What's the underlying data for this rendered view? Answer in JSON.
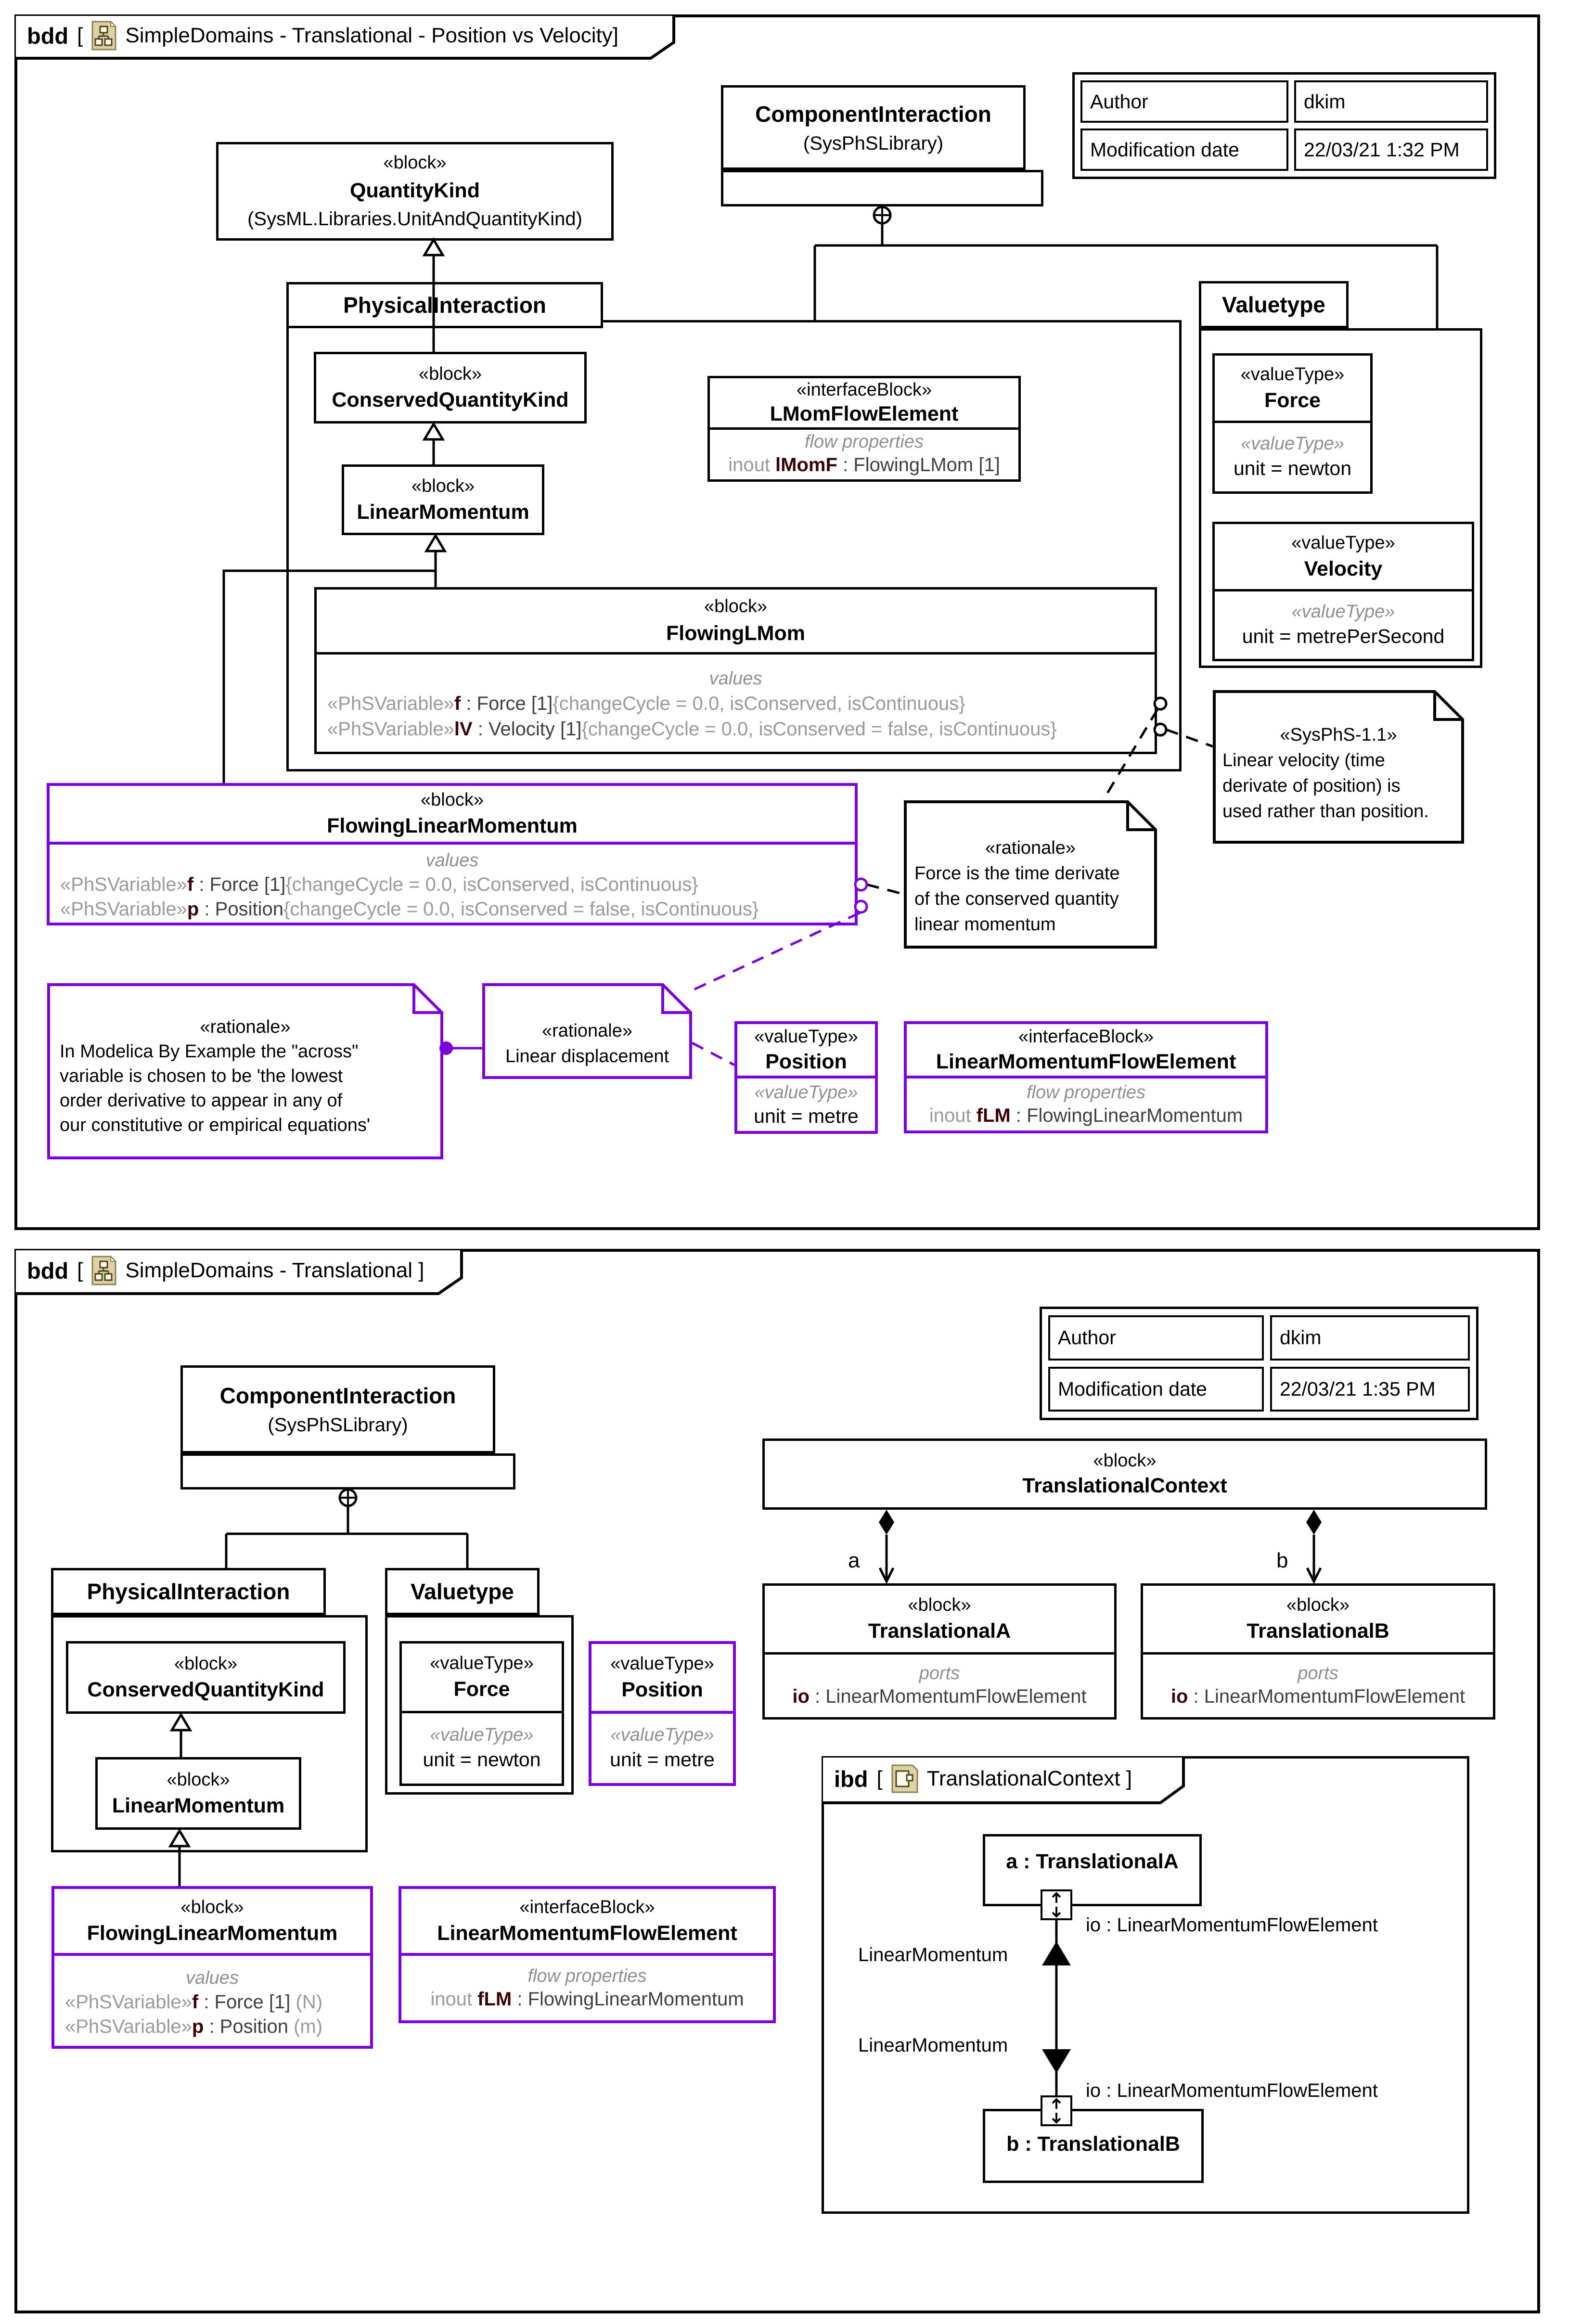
{
  "colors": {
    "purple": "#7a00dd",
    "gray": "#9a9a9a",
    "name_red": "#3a0202",
    "icon_beige": "#ddd2a3"
  },
  "top": {
    "frame_tab": {
      "kind": "bdd",
      "open": "[",
      "title": "SimpleDomains - Translational - Position vs Velocity]"
    },
    "quantity_kind": {
      "stereo": "«block»",
      "name": "QuantityKind",
      "lib": "(SysML.Libraries.UnitAndQuantityKind)"
    },
    "component_interaction": {
      "name": "ComponentInteraction",
      "lib": "(SysPhSLibrary)"
    },
    "author_table": {
      "r1l": "Author",
      "r1v": "dkim",
      "r2l": "Modification date",
      "r2v": "22/03/21 1:32 PM"
    },
    "physical_interaction": {
      "title": "PhysicalInteraction"
    },
    "conserved_quantity_kind": {
      "stereo": "«block»",
      "name": "ConservedQuantityKind"
    },
    "linear_momentum": {
      "stereo": "«block»",
      "name": "LinearMomentum"
    },
    "lmom_flow_element": {
      "stereo": "«interfaceBlock»",
      "name": "LMomFlowElement",
      "cmp": "flow properties",
      "mod": "inout ",
      "pname": "lMomF",
      "ptype": " : FlowingLMom [1]"
    },
    "flowing_lmom": {
      "stereo": "«block»",
      "name": "FlowingLMom",
      "cmp": "values",
      "v1s": "«PhSVariable»",
      "v1n": "f",
      "v1t": " : Force [1]",
      "v1c": "{changeCycle = 0.0, isConserved, isContinuous}",
      "v2s": "«PhSVariable»",
      "v2n": "lV",
      "v2t": " : Velocity [1]",
      "v2c": "{changeCycle = 0.0, isConserved = false, isContinuous}"
    },
    "valuetype": {
      "title": "Valuetype"
    },
    "force": {
      "stereo": "«valueType»",
      "name": "Force",
      "s2": "«valueType»",
      "unit": "unit = newton"
    },
    "velocity": {
      "stereo": "«valueType»",
      "name": "Velocity",
      "s2": "«valueType»",
      "unit": "unit = metrePerSecond"
    },
    "note_sysphs": {
      "stereo": "«SysPhS-1.1»",
      "l1": "Linear velocity (time",
      "l2": "derivate of position) is",
      "l3": "used rather than position."
    },
    "note_force": {
      "stereo": "«rationale»",
      "l1": "Force is the time derivate",
      "l2": "of the conserved quantity",
      "l3": "linear momentum"
    },
    "note_modelica": {
      "stereo": "«rationale»",
      "l1": "In Modelica By Example the \"across\"",
      "l2": "variable is chosen to be 'the lowest",
      "l3": "order derivative to appear in any of",
      "l4": "our constitutive or empirical equations'"
    },
    "note_lindisp": {
      "stereo": "«rationale»",
      "l1": "Linear displacement"
    },
    "position": {
      "stereo": "«valueType»",
      "name": "Position",
      "s2": "«valueType»",
      "unit": "unit = metre"
    },
    "lm_flow_element": {
      "stereo": "«interfaceBlock»",
      "name": "LinearMomentumFlowElement",
      "cmp": "flow properties",
      "mod": "inout ",
      "pname": "fLM",
      "ptype": " : FlowingLinearMomentum"
    },
    "flowing_linear_momentum": {
      "stereo": "«block»",
      "name": "FlowingLinearMomentum",
      "cmp": "values",
      "v1s": "«PhSVariable»",
      "v1n": "f",
      "v1t": " : Force [1]",
      "v1c": "{changeCycle = 0.0, isConserved, isContinuous}",
      "v2s": "«PhSVariable»",
      "v2n": "p",
      "v2t": " : Position",
      "v2c": "{changeCycle = 0.0, isConserved = false, isContinuous}"
    }
  },
  "bottom": {
    "frame_tab": {
      "kind": "bdd",
      "open": "[",
      "title": "SimpleDomains - Translational ]"
    },
    "component_interaction": {
      "name": "ComponentInteraction",
      "lib": "(SysPhSLibrary)"
    },
    "author_table": {
      "r1l": "Author",
      "r1v": "dkim",
      "r2l": "Modification date",
      "r2v": "22/03/21 1:35 PM"
    },
    "physical_interaction": {
      "title": "PhysicalInteraction"
    },
    "conserved_quantity_kind": {
      "stereo": "«block»",
      "name": "ConservedQuantityKind"
    },
    "linear_momentum": {
      "stereo": "«block»",
      "name": "LinearMomentum"
    },
    "valuetype": {
      "title": "Valuetype"
    },
    "force": {
      "stereo": "«valueType»",
      "name": "Force",
      "s2": "«valueType»",
      "unit": "unit = newton"
    },
    "position": {
      "stereo": "«valueType»",
      "name": "Position",
      "s2": "«valueType»",
      "unit": "unit = metre"
    },
    "translational_context": {
      "stereo": "«block»",
      "name": "TranslationalContext"
    },
    "assoc_a": "a",
    "assoc_b": "b",
    "translational_a": {
      "stereo": "«block»",
      "name": "TranslationalA",
      "cmp": "ports",
      "pname": "io",
      "ptype": " : LinearMomentumFlowElement"
    },
    "translational_b": {
      "stereo": "«block»",
      "name": "TranslationalB",
      "cmp": "ports",
      "pname": "io",
      "ptype": " : LinearMomentumFlowElement"
    },
    "flowing_linear_momentum": {
      "stereo": "«block»",
      "name": "FlowingLinearMomentum",
      "cmp": "values",
      "v1s": "«PhSVariable»",
      "v1n": "f",
      "v1t": " : Force [1] ",
      "v1c": "(N)",
      "v2s": "«PhSVariable»",
      "v2n": "p",
      "v2t": " : Position ",
      "v2c": "(m)"
    },
    "lm_flow_element": {
      "stereo": "«interfaceBlock»",
      "name": "LinearMomentumFlowElement",
      "cmp": "flow properties",
      "mod": "inout ",
      "pname": "fLM",
      "ptype": " : FlowingLinearMomentum"
    },
    "ibd": {
      "tab": {
        "kind": "ibd",
        "open": "[",
        "title": "TranslationalContext ]"
      },
      "part_a": "a : TranslationalA",
      "part_b": "b : TranslationalB",
      "io_a": "io : LinearMomentumFlowElement",
      "io_b": "io : LinearMomentumFlowElement",
      "flow_up": "LinearMomentum",
      "flow_down": "LinearMomentum"
    }
  }
}
